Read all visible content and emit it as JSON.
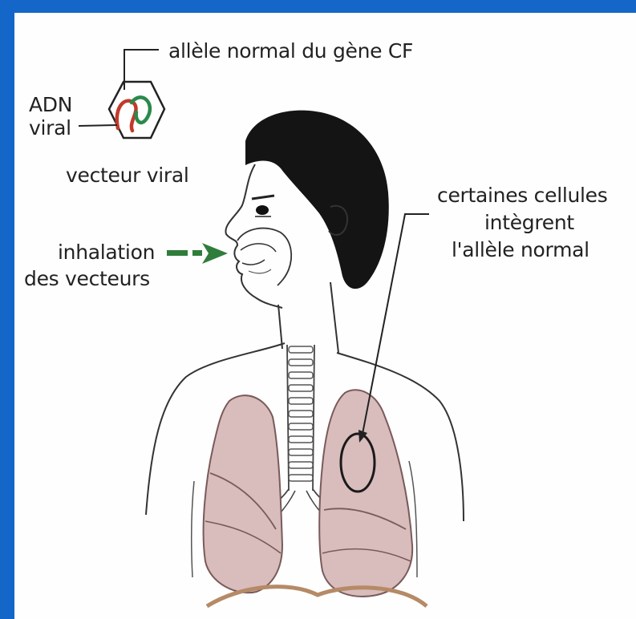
{
  "diagram": {
    "labels": {
      "normal_allele": "allèle normal du gène CF",
      "adn": "ADN",
      "viral": "viral",
      "viral_vector": "vecteur viral",
      "inhalation": "inhalation",
      "of_vectors": "des vecteurs",
      "certain_cells": "certaines cellules",
      "integrate": "intègrent",
      "the_normal_allele": "l'allèle normal"
    },
    "colors": {
      "frame": "#1466c8",
      "lungs": "#d9bcbc",
      "lung_outline": "#7a5a5a",
      "diaphragm": "#b58a66",
      "hair": "#141414",
      "arrow": "#2f7d3a",
      "allele_green": "#2a8a4a",
      "viral_dna_red": "#c23a2a"
    }
  }
}
